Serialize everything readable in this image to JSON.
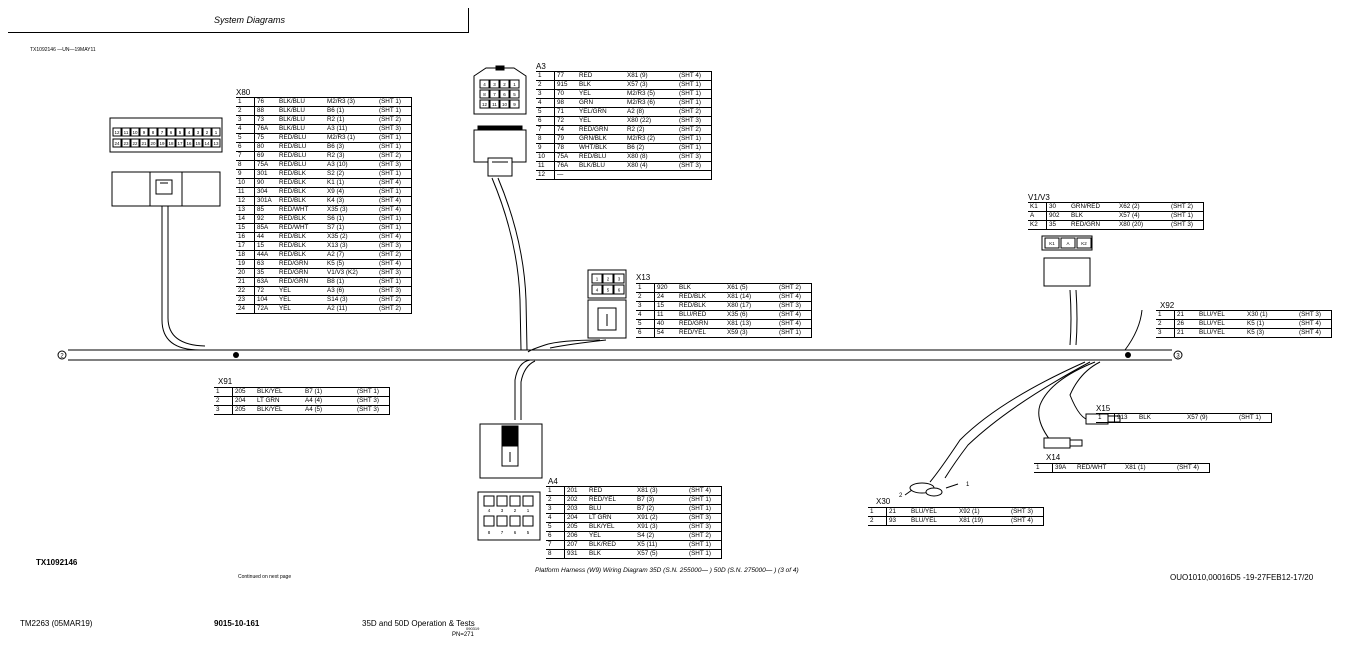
{
  "header": {
    "title": "System Diagrams"
  },
  "top_ref": "TX1092146 —UN—19MAY11",
  "connectors": {
    "x80": {
      "name": "X80",
      "rows": [
        [
          "1",
          "76",
          "BLK/BLU",
          "M2/R3 (3)",
          "(SHT 1)"
        ],
        [
          "2",
          "88",
          "BLK/BLU",
          "B6 (1)",
          "(SHT 1)"
        ],
        [
          "3",
          "73",
          "BLK/BLU",
          "R2 (1)",
          "(SHT 2)"
        ],
        [
          "4",
          "76A",
          "BLK/BLU",
          "A3 (11)",
          "(SHT 3)"
        ],
        [
          "5",
          "75",
          "RED/BLU",
          "M2/R3 (1)",
          "(SHT 1)"
        ],
        [
          "6",
          "80",
          "RED/BLU",
          "B6 (3)",
          "(SHT 1)"
        ],
        [
          "7",
          "69",
          "RED/BLU",
          "R2 (3)",
          "(SHT 2)"
        ],
        [
          "8",
          "75A",
          "RED/BLU",
          "A3 (10)",
          "(SHT 3)"
        ],
        [
          "9",
          "301",
          "RED/BLK",
          "S2 (2)",
          "(SHT 1)"
        ],
        [
          "10",
          "90",
          "RED/BLK",
          "K1 (1)",
          "(SHT 4)"
        ],
        [
          "11",
          "304",
          "RED/BLK",
          "X9 (4)",
          "(SHT 1)"
        ],
        [
          "12",
          "301A",
          "RED/BLK",
          "K4 (3)",
          "(SHT 4)"
        ],
        [
          "13",
          "85",
          "RED/WHT",
          "X35 (3)",
          "(SHT 4)"
        ],
        [
          "14",
          "92",
          "RED/BLK",
          "S6 (1)",
          "(SHT 1)"
        ],
        [
          "15",
          "85A",
          "RED/WHT",
          "S7 (1)",
          "(SHT 1)"
        ],
        [
          "16",
          "44",
          "RED/BLK",
          "X35 (2)",
          "(SHT 4)"
        ],
        [
          "17",
          "15",
          "RED/BLK",
          "X13 (3)",
          "(SHT 3)"
        ],
        [
          "18",
          "44A",
          "RED/BLK",
          "A2 (7)",
          "(SHT 2)"
        ],
        [
          "19",
          "63",
          "RED/GRN",
          "K5 (5)",
          "(SHT 4)"
        ],
        [
          "20",
          "35",
          "RED/GRN",
          "V1/V3 (K2)",
          "(SHT 3)"
        ],
        [
          "21",
          "63A",
          "RED/GRN",
          "B8 (1)",
          "(SHT 1)"
        ],
        [
          "22",
          "72",
          "YEL",
          "A3 (6)",
          "(SHT 3)"
        ],
        [
          "23",
          "104",
          "YEL",
          "S14 (3)",
          "(SHT 2)"
        ],
        [
          "24",
          "72A",
          "YEL",
          "A2 (11)",
          "(SHT 2)"
        ]
      ],
      "pins_top": [
        "12",
        "11",
        "10",
        "9",
        "8",
        "7",
        "6",
        "5",
        "4",
        "3",
        "2",
        "1"
      ],
      "pins_bottom": [
        "24",
        "23",
        "22",
        "21",
        "20",
        "19",
        "18",
        "17",
        "16",
        "15",
        "14",
        "13"
      ]
    },
    "a3": {
      "name": "A3",
      "rows": [
        [
          "1",
          "77",
          "RED",
          "X81 (9)",
          "(SHT 4)"
        ],
        [
          "2",
          "915",
          "BLK",
          "X57 (3)",
          "(SHT 1)"
        ],
        [
          "3",
          "70",
          "YEL",
          "M2/R3 (5)",
          "(SHT 1)"
        ],
        [
          "4",
          "98",
          "GRN",
          "M2/R3 (6)",
          "(SHT 1)"
        ],
        [
          "5",
          "71",
          "YEL/GRN",
          "A2 (8)",
          "(SHT 2)"
        ],
        [
          "6",
          "72",
          "YEL",
          "X80 (22)",
          "(SHT 3)"
        ],
        [
          "7",
          "74",
          "RED/GRN",
          "R2 (2)",
          "(SHT 2)"
        ],
        [
          "8",
          "79",
          "GRN/BLK",
          "M2/R3 (2)",
          "(SHT 1)"
        ],
        [
          "9",
          "78",
          "WHT/BLK",
          "B6 (2)",
          "(SHT 1)"
        ],
        [
          "10",
          "75A",
          "RED/BLU",
          "X80 (8)",
          "(SHT 3)"
        ],
        [
          "11",
          "76A",
          "BLK/BLU",
          "X80 (4)",
          "(SHT 3)"
        ],
        [
          "12",
          "—",
          "",
          "",
          ""
        ]
      ],
      "pins": [
        "4",
        "3",
        "2",
        "1",
        "8",
        "7",
        "6",
        "5",
        "12",
        "11",
        "10",
        "9"
      ]
    },
    "x13": {
      "name": "X13",
      "rows": [
        [
          "1",
          "920",
          "BLK",
          "X61 (5)",
          "(SHT 2)"
        ],
        [
          "2",
          "24",
          "RED/BLK",
          "X81 (14)",
          "(SHT 4)"
        ],
        [
          "3",
          "15",
          "RED/BLK",
          "X80 (17)",
          "(SHT 3)"
        ],
        [
          "4",
          "11",
          "BLU/RED",
          "X35 (6)",
          "(SHT 4)"
        ],
        [
          "5",
          "40",
          "RED/GRN",
          "X81 (13)",
          "(SHT 4)"
        ],
        [
          "6",
          "54",
          "RED/YEL",
          "X59 (3)",
          "(SHT 1)"
        ]
      ],
      "pins": [
        "1",
        "2",
        "3",
        "4",
        "5",
        "6"
      ]
    },
    "v1v3": {
      "name": "V1/V3",
      "rows": [
        [
          "K1",
          "30",
          "GRN/RED",
          "X62 (2)",
          "(SHT 2)"
        ],
        [
          "A",
          "902",
          "BLK",
          "X57 (4)",
          "(SHT 1)"
        ],
        [
          "K2",
          "35",
          "RED/GRN",
          "X80 (20)",
          "(SHT 3)"
        ]
      ],
      "pins": [
        "K1",
        "A",
        "K2"
      ]
    },
    "x92": {
      "name": "X92",
      "rows": [
        [
          "1",
          "21",
          "BLU/YEL",
          "X30 (1)",
          "(SHT 3)"
        ],
        [
          "2",
          "26",
          "BLU/YEL",
          "K5 (1)",
          "(SHT 4)"
        ],
        [
          "3",
          "21",
          "BLU/YEL",
          "K5 (3)",
          "(SHT 4)"
        ]
      ]
    },
    "x91": {
      "name": "X91",
      "rows": [
        [
          "1",
          "205",
          "BLK/YEL",
          "B7 (1)",
          "(SHT 1)"
        ],
        [
          "2",
          "204",
          "LT GRN",
          "A4 (4)",
          "(SHT 3)"
        ],
        [
          "3",
          "205",
          "BLK/YEL",
          "A4 (5)",
          "(SHT 3)"
        ]
      ]
    },
    "a4": {
      "name": "A4",
      "rows": [
        [
          "1",
          "201",
          "RED",
          "X81 (3)",
          "(SHT 4)"
        ],
        [
          "2",
          "202",
          "RED/YEL",
          "B7 (3)",
          "(SHT 1)"
        ],
        [
          "3",
          "203",
          "BLU",
          "B7 (2)",
          "(SHT 1)"
        ],
        [
          "4",
          "204",
          "LT GRN",
          "X91 (2)",
          "(SHT 3)"
        ],
        [
          "5",
          "205",
          "BLK/YEL",
          "X91 (3)",
          "(SHT 3)"
        ],
        [
          "6",
          "206",
          "YEL",
          "S4 (2)",
          "(SHT 2)"
        ],
        [
          "7",
          "207",
          "BLK/RED",
          "X5 (11)",
          "(SHT 1)"
        ],
        [
          "8",
          "931",
          "BLK",
          "X57 (5)",
          "(SHT 1)"
        ]
      ],
      "pins_top": [
        "4",
        "3",
        "2",
        "1"
      ],
      "pins_bottom": [
        "8",
        "7",
        "6",
        "5"
      ]
    },
    "x15": {
      "name": "X15",
      "rows": [
        [
          "1",
          "913",
          "BLK",
          "X57 (9)",
          "(SHT 1)"
        ]
      ]
    },
    "x14": {
      "name": "X14",
      "rows": [
        [
          "1",
          "39A",
          "RED/WHT",
          "X81 (1)",
          "(SHT 4)"
        ]
      ]
    },
    "x30": {
      "name": "X30",
      "rows": [
        [
          "1",
          "21",
          "BLU/YEL",
          "X92 (1)",
          "(SHT 3)"
        ],
        [
          "2",
          "93",
          "BLU/YEL",
          "X81 (19)",
          "(SHT 4)"
        ]
      ],
      "pin_labels": [
        "2",
        "1"
      ]
    }
  },
  "harness_ends": {
    "left": "2",
    "right": "3"
  },
  "tx_ref": "TX1092146",
  "continued": "Continued on next page",
  "caption": "Platform Harness (W9) Wiring Diagram 35D (S.N. 255000— ) 50D (S.N. 275000— ) (3 of 4)",
  "doc_ref": "OUO1010,00016D5 -19-27FEB12-17/20",
  "footer": {
    "manual": "TM2263 (05MAR19)",
    "page": "9015-10-161",
    "book": "35D and 50D Operation & Tests",
    "code_small": "090319",
    "pn": "PN=271"
  }
}
